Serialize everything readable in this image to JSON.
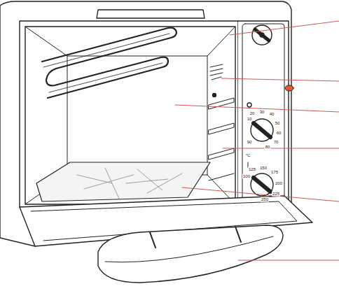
{
  "diagram": {
    "labels": [
      "10",
      "20",
      "30",
      "40",
      "50",
      "60",
      "70",
      "80",
      "90",
      "°C",
      "100",
      "125",
      "150",
      "175",
      "200",
      "225",
      "250"
    ]
  }
}
